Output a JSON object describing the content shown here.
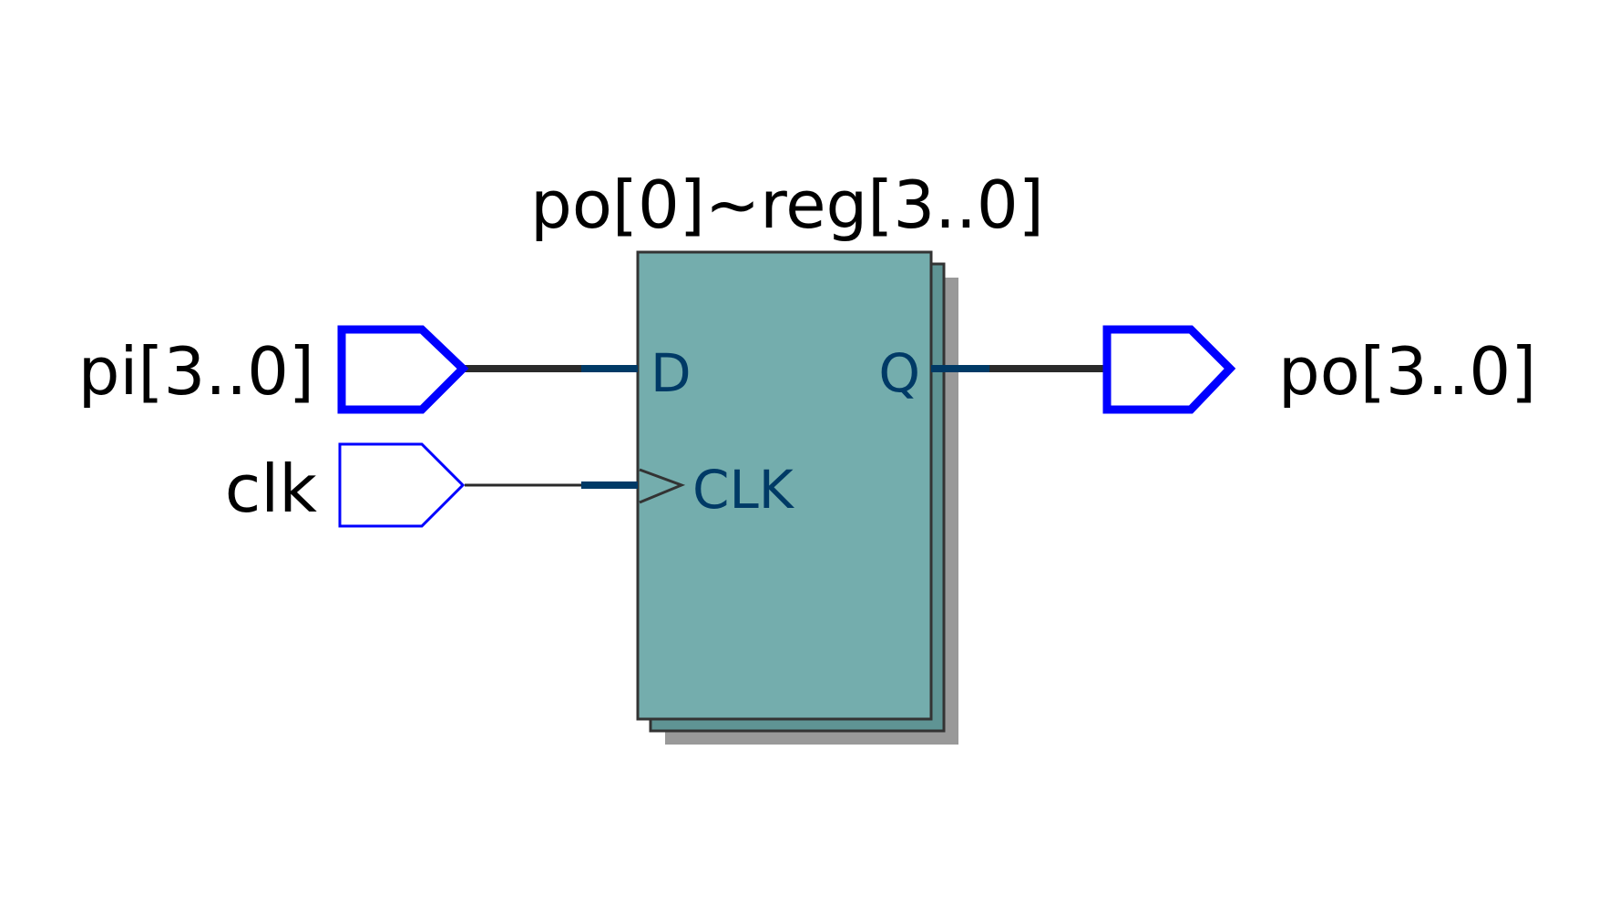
{
  "diagram": {
    "register": {
      "name": "po[0]~reg[3..0]",
      "pins": {
        "d": "D",
        "q": "Q",
        "clk": "CLK"
      }
    },
    "inputs": [
      {
        "name": "pi[3..0]",
        "bus": true
      },
      {
        "name": "clk",
        "bus": false
      }
    ],
    "outputs": [
      {
        "name": "po[3..0]",
        "bus": true
      }
    ],
    "colors": {
      "register_fill": "#74adad",
      "register_stack": "#5f9494",
      "register_shadow": "#999999",
      "register_border": "#333333",
      "port_bus": "#0000ff",
      "port_single": "#0000ff",
      "wire": "#2a2a2a",
      "pin_stub": "#003a66",
      "pin_label": "#003a66"
    }
  }
}
